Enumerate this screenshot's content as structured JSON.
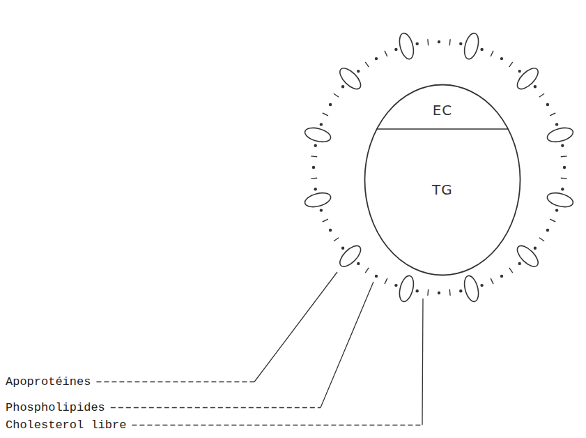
{
  "diagram": {
    "nodes": [
      {
        "text": [
          "EC",
          "TG"
        ]
      }
    ],
    "labels": [
      "Apoprotéines",
      "Phospholipides",
      "Cholesterol libre"
    ]
  }
}
